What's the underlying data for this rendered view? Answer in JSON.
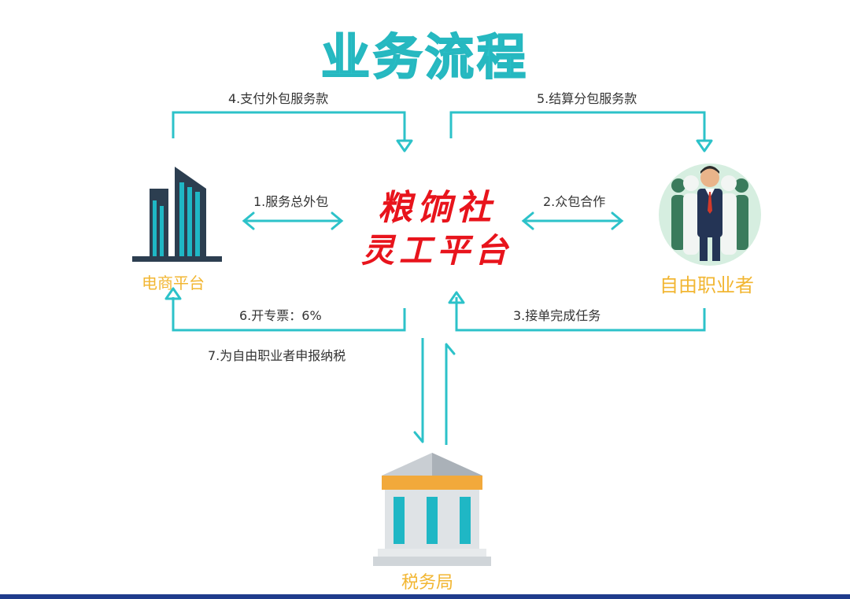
{
  "title": "业务流程",
  "center": {
    "line1": "粮饷社",
    "line2": "灵工平台"
  },
  "nodes": {
    "ecommerce": "电商平台",
    "freelancer": "自由职业者",
    "tax": "税务局"
  },
  "steps": {
    "s1": "1.服务总外包",
    "s2": "2.众包合作",
    "s3": "3.接单完成任务",
    "s4": "4.支付外包服务款",
    "s5": "5.结算分包服务款",
    "s6": "6.开专票：6%",
    "s7": "7.为自由职业者申报纳税"
  },
  "colors": {
    "accent": "#2cc2c9",
    "center_text": "#e8141c",
    "node_label": "#f2b632",
    "building": "#1fb7c5",
    "building_dark": "#2c3e50",
    "bank_roof": "#f2a93b"
  },
  "icons": {
    "ecommerce": "office-buildings-icon",
    "freelancer": "businessman-group-icon",
    "tax": "government-building-icon"
  }
}
